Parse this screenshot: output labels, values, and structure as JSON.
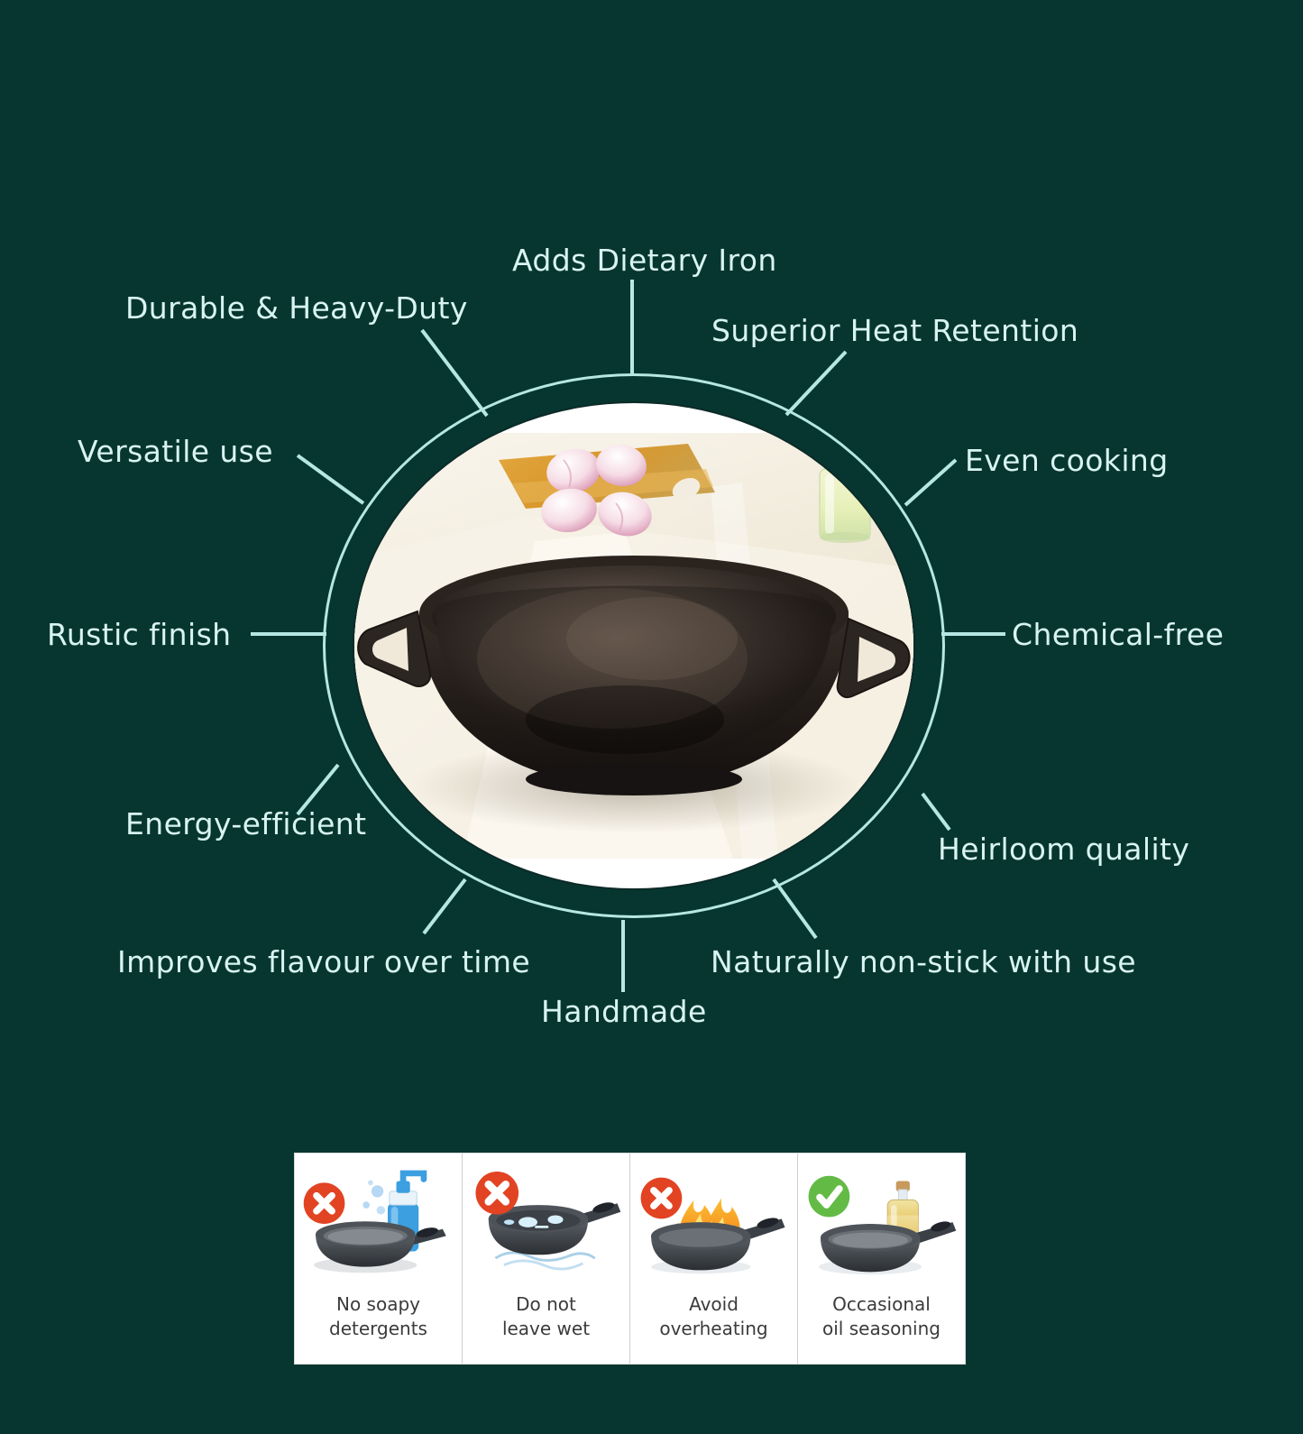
{
  "theme": {
    "background": "#06362F",
    "accent_line": "#b6e7e3",
    "label_text": "#d8f4f2",
    "card_background": "#ffffff",
    "deny_badge": "#e24322",
    "allow_badge": "#63bb46"
  },
  "benefits": [
    {
      "id": "adds-dietary-iron",
      "label": "Adds Dietary Iron"
    },
    {
      "id": "durable-heavy-duty",
      "label": "Durable & Heavy-Duty"
    },
    {
      "id": "superior-heat-retention",
      "label": "Superior Heat Retention"
    },
    {
      "id": "versatile-use",
      "label": "Versatile use"
    },
    {
      "id": "even-cooking",
      "label": "Even cooking"
    },
    {
      "id": "rustic-finish",
      "label": "Rustic finish"
    },
    {
      "id": "chemical-free",
      "label": "Chemical-free"
    },
    {
      "id": "energy-efficient",
      "label": "Energy-efficient"
    },
    {
      "id": "heirloom-quality",
      "label": "Heirloom quality"
    },
    {
      "id": "improves-flavour-over-time",
      "label": "Improves flavour over time"
    },
    {
      "id": "naturally-non-stick",
      "label": "Naturally non-stick with use"
    },
    {
      "id": "handmade",
      "label": "Handmade"
    }
  ],
  "product_image": {
    "alt": "Cast iron kadai wok on cream tablecloth with sliced onions on wooden board and glass oil bottle"
  },
  "care_instructions": [
    {
      "id": "no-soapy-detergents",
      "badge": "cross",
      "icon": "soap-dispenser-and-pan-icon",
      "line1": "No soapy",
      "line2": "detergents"
    },
    {
      "id": "do-not-leave-wet",
      "badge": "cross",
      "icon": "wet-pan-icon",
      "line1": "Do not",
      "line2": "leave wet"
    },
    {
      "id": "avoid-overheating",
      "badge": "cross",
      "icon": "flaming-pan-icon",
      "line1": "Avoid",
      "line2": "overheating"
    },
    {
      "id": "occasional-oil-seasoning",
      "badge": "check",
      "icon": "oil-bottle-and-pan-icon",
      "line1": "Occasional",
      "line2": "oil seasoning"
    }
  ]
}
